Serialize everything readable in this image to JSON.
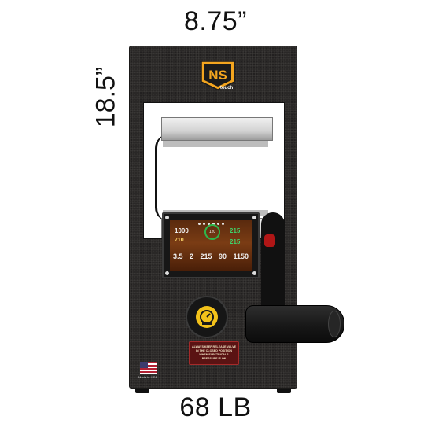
{
  "dimensions": {
    "width": "8.75”",
    "height": "18.5”",
    "weight": "68 LB"
  },
  "logo": {
    "letters": "NS",
    "subtext": "touch",
    "color": "#f3a51f"
  },
  "screen": {
    "left_top_value": "1000",
    "left_mid_value": "710",
    "center_ring_value": "120",
    "right_top_value": "215",
    "right_mid_value": "215",
    "bottom_values": [
      "3.5",
      "2",
      "215",
      "90",
      "1150"
    ]
  },
  "warning_label": {
    "lines": [
      "ALWAYS KEEP RELEASE VALVE",
      "IN THE CLOSED POSITION",
      "WHEN ELECTRICALS",
      "PRESSURE IS ON"
    ]
  },
  "flag": {
    "caption": "Made In USA"
  },
  "colors": {
    "body": "#2a2827",
    "accent_orange": "#f3a51f",
    "knob_yellow": "#f3c21a",
    "handle_red": "#b01616",
    "screen_bg": "#6b3411"
  }
}
